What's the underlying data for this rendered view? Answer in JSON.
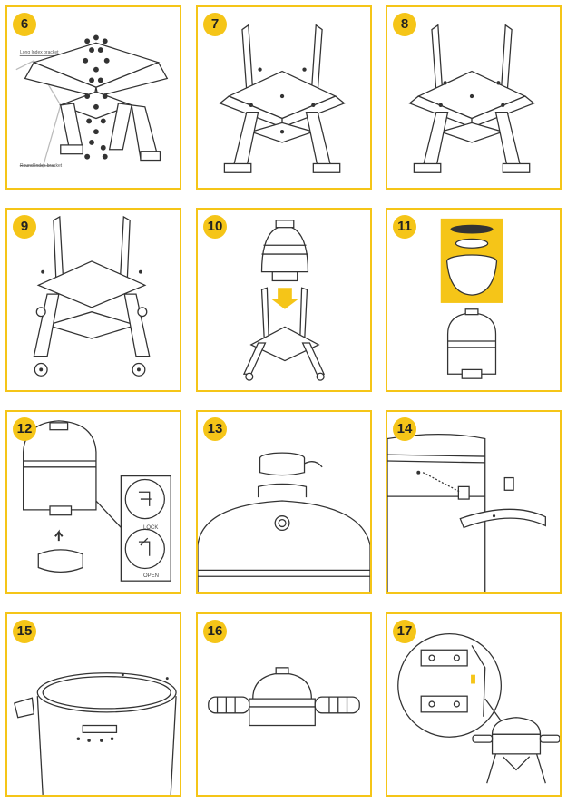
{
  "steps": [
    {
      "number": "6"
    },
    {
      "number": "7"
    },
    {
      "number": "8"
    },
    {
      "number": "9"
    },
    {
      "number": "10"
    },
    {
      "number": "11"
    },
    {
      "number": "12"
    },
    {
      "number": "13"
    },
    {
      "number": "14"
    },
    {
      "number": "15"
    },
    {
      "number": "16"
    },
    {
      "number": "17"
    }
  ],
  "step6": {
    "label_long": "Long Index bracket",
    "label_round": "Round Index bracket"
  },
  "step12": {
    "lock_label": "LOCK",
    "open_label": "OPEN"
  },
  "colors": {
    "accent": "#f5c518",
    "line": "#333333"
  }
}
